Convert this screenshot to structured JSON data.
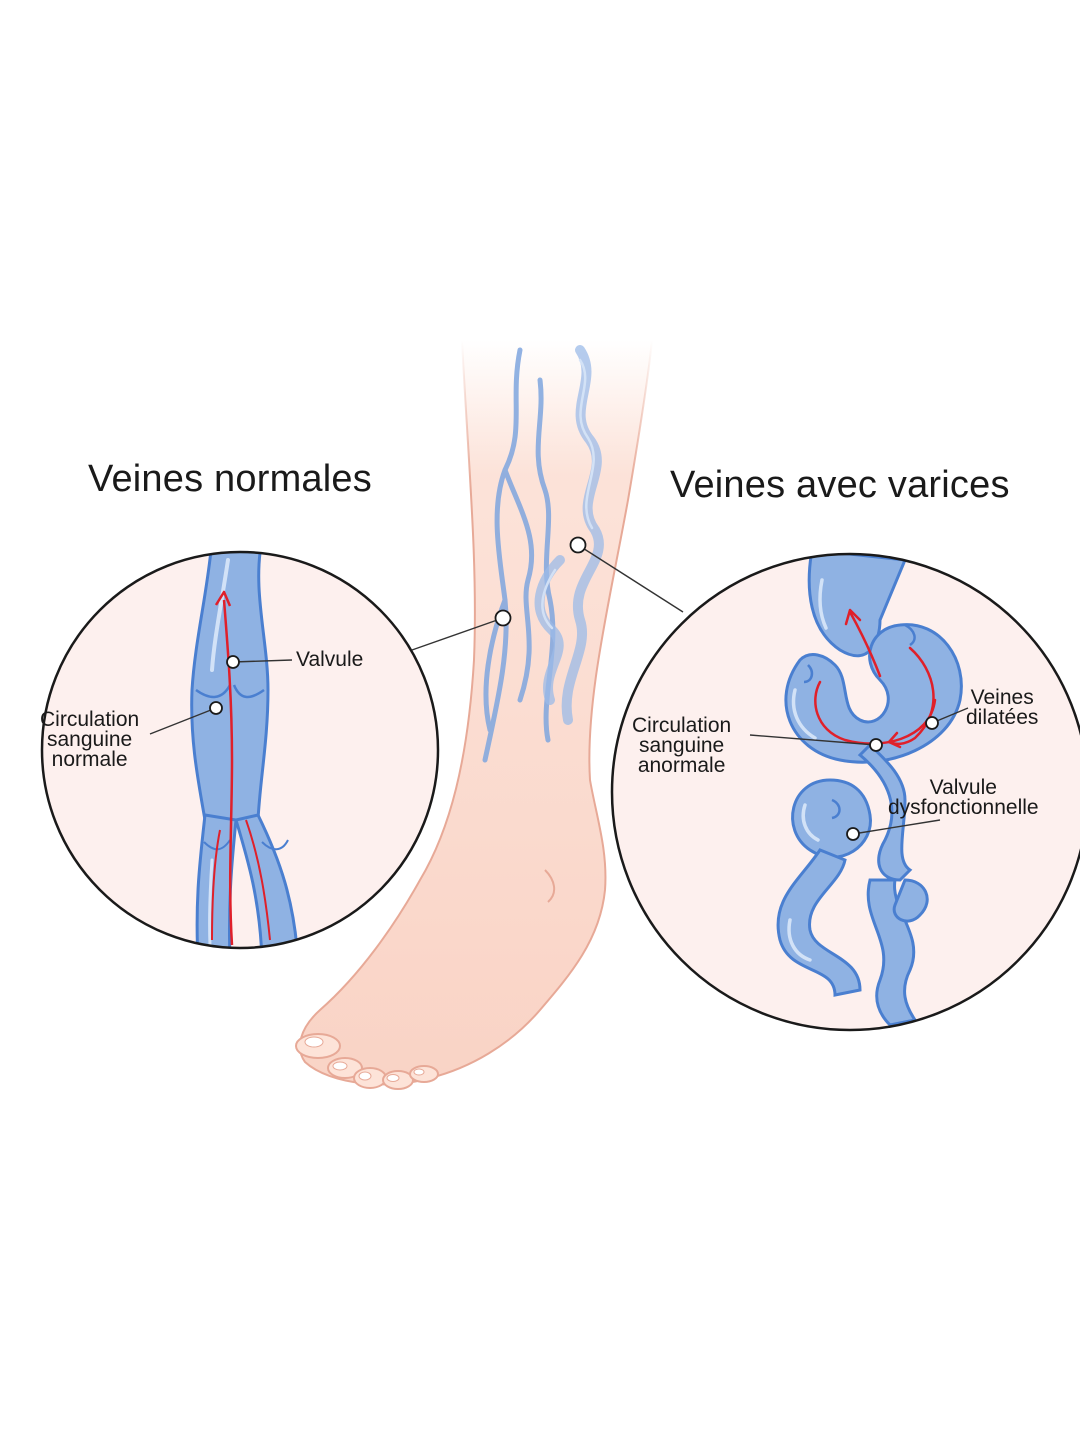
{
  "titles": {
    "normal": "Veines normales",
    "varicose": "Veines avec varices"
  },
  "labels": {
    "valvule": "Valvule",
    "circulation_normale": [
      "Circulation",
      "sanguine",
      "normale"
    ],
    "circulation_anormale": [
      "Circulation",
      "sanguine",
      "anormale"
    ],
    "veines_dilatees": [
      "Veines",
      "dilatées"
    ],
    "valvule_dysfonctionnelle": [
      "Valvule",
      "dysfonctionnelle"
    ]
  },
  "colors": {
    "vein_fill": "#8fb2e3",
    "vein_stroke": "#4a7fd0",
    "vein_highlight": "#d2e2f7",
    "blood_arrow": "#e0202a",
    "skin": "#fbd9cc",
    "skin_outline": "#e7a997",
    "circle_bg": "#fdf0ee",
    "outline": "#1a1a1a"
  }
}
